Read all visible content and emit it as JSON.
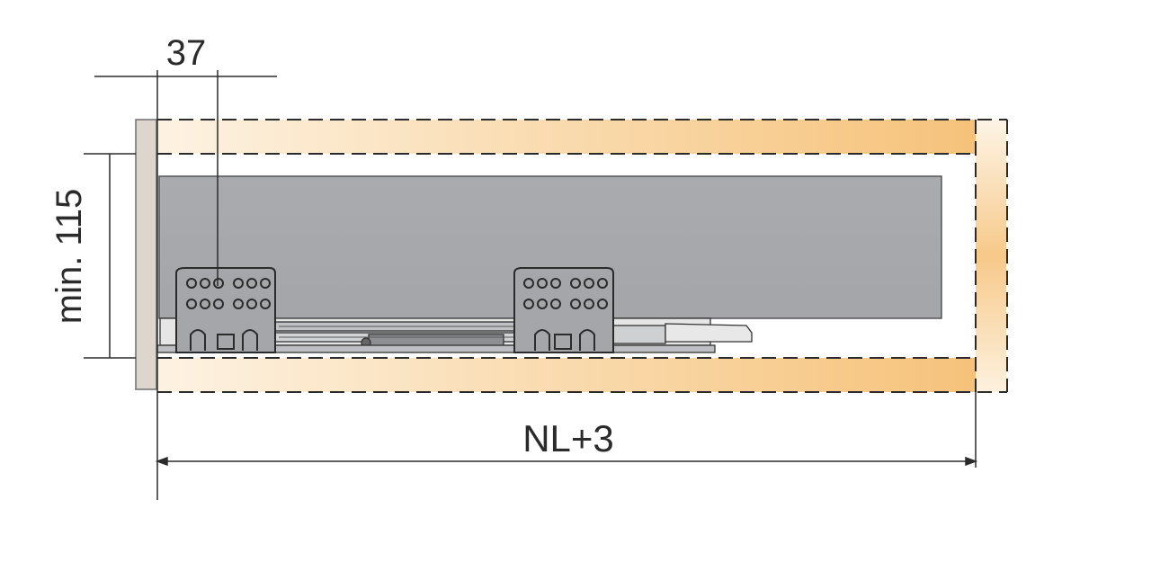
{
  "diagram": {
    "dimensions": {
      "top_offset": "37",
      "min_height": "min. 115",
      "length": "NL+3"
    },
    "colors": {
      "cabinet_wood": "#f7c98a",
      "cabinet_wood_light": "#fdf0dc",
      "drawer_side": "#a7a9ad",
      "runner_metal": "#9a9ca0",
      "front_panel": "#ddd6cc",
      "line": "#2b2b2b"
    }
  }
}
